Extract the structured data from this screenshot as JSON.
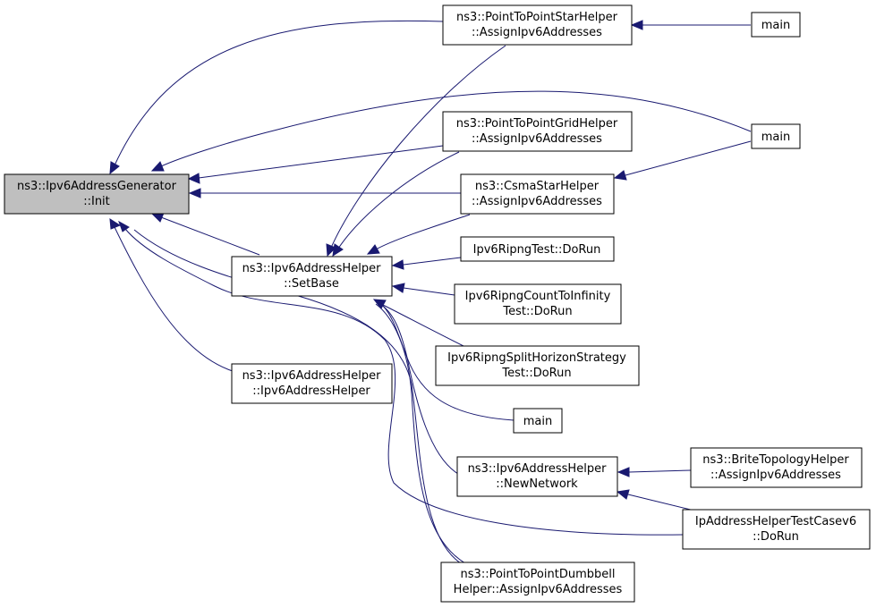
{
  "nodes": {
    "init": {
      "lines": [
        "ns3::Ipv6AddressGenerator",
        "::Init"
      ]
    },
    "p2pstar": {
      "lines": [
        "ns3::PointToPointStarHelper",
        "::AssignIpv6Addresses"
      ]
    },
    "main1": {
      "lines": [
        "main"
      ]
    },
    "p2pgrid": {
      "lines": [
        "ns3::PointToPointGridHelper",
        "::AssignIpv6Addresses"
      ]
    },
    "main2": {
      "lines": [
        "main"
      ]
    },
    "csmastar": {
      "lines": [
        "ns3::CsmaStarHelper",
        "::AssignIpv6Addresses"
      ]
    },
    "setbase": {
      "lines": [
        "ns3::Ipv6AddressHelper",
        "::SetBase"
      ]
    },
    "ripngtest": {
      "lines": [
        "Ipv6RipngTest::DoRun"
      ]
    },
    "ripngcount": {
      "lines": [
        "Ipv6RipngCountToInfinity",
        "Test::DoRun"
      ]
    },
    "ripngsplit": {
      "lines": [
        "Ipv6RipngSplitHorizonStrategy",
        "Test::DoRun"
      ]
    },
    "ipv6helper": {
      "lines": [
        "ns3::Ipv6AddressHelper",
        "::Ipv6AddressHelper"
      ]
    },
    "main3": {
      "lines": [
        "main"
      ]
    },
    "newnetwork": {
      "lines": [
        "ns3::Ipv6AddressHelper",
        "::NewNetwork"
      ]
    },
    "brite": {
      "lines": [
        "ns3::BriteTopologyHelper",
        "::AssignIpv6Addresses"
      ]
    },
    "iptestcase": {
      "lines": [
        "IpAddressHelperTestCasev6",
        "::DoRun"
      ]
    },
    "dumbbell": {
      "lines": [
        "ns3::PointToPointDumbbell",
        "Helper::AssignIpv6Addresses"
      ]
    }
  },
  "edges": [
    {
      "from": "p2pstar",
      "to": "init"
    },
    {
      "from": "main2",
      "to": "init"
    },
    {
      "from": "p2pgrid",
      "to": "init"
    },
    {
      "from": "csmastar",
      "to": "init"
    },
    {
      "from": "setbase",
      "to": "init"
    },
    {
      "from": "ipv6helper",
      "to": "init"
    },
    {
      "from": "iptestcase",
      "to": "init"
    },
    {
      "from": "dumbbell",
      "to": "init"
    },
    {
      "from": "main1",
      "to": "p2pstar"
    },
    {
      "from": "main2",
      "to": "csmastar"
    },
    {
      "from": "p2pstar",
      "to": "setbase"
    },
    {
      "from": "p2pgrid",
      "to": "setbase"
    },
    {
      "from": "csmastar",
      "to": "setbase"
    },
    {
      "from": "ripngtest",
      "to": "setbase"
    },
    {
      "from": "ripngcount",
      "to": "setbase"
    },
    {
      "from": "ripngsplit",
      "to": "setbase"
    },
    {
      "from": "main3",
      "to": "setbase"
    },
    {
      "from": "newnetwork",
      "to": "setbase"
    },
    {
      "from": "dumbbell",
      "to": "setbase"
    },
    {
      "from": "brite",
      "to": "newnetwork"
    },
    {
      "from": "iptestcase",
      "to": "newnetwork"
    }
  ]
}
